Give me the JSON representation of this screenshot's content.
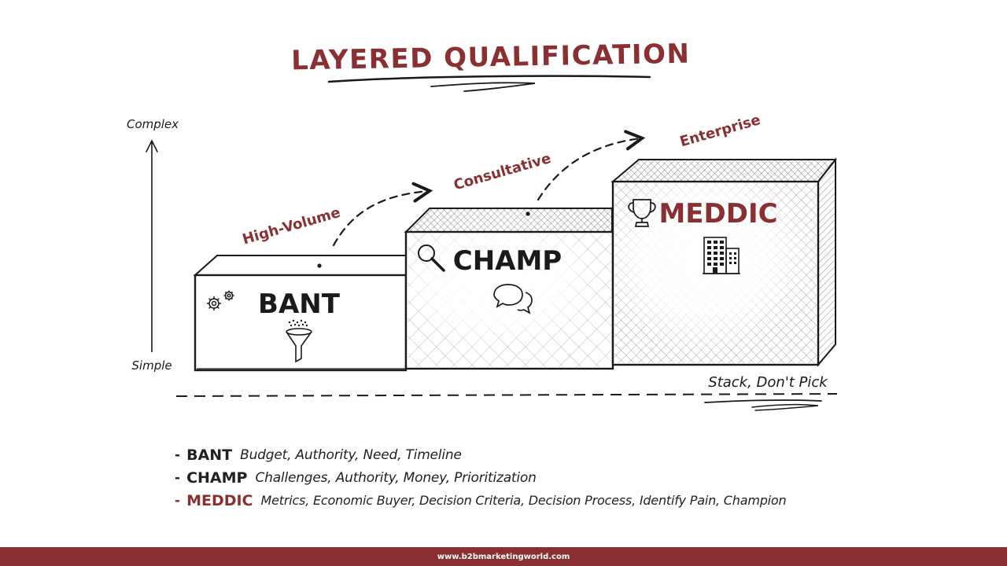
{
  "title": "LAYERED QUALIFICATION",
  "axis": {
    "top_label": "Complex",
    "bottom_label": "Simple"
  },
  "steps": [
    {
      "name": "BANT",
      "tier": "High-Volume",
      "icon_left": "gears-icon",
      "icon_center": "funnel-icon"
    },
    {
      "name": "CHAMP",
      "tier": "Consultative",
      "icon_left": "magnifier-icon",
      "icon_center": "chat-bubbles-icon"
    },
    {
      "name": "MEDDIC",
      "tier": "Enterprise",
      "icon_left": "trophy-icon",
      "icon_center": "building-icon"
    }
  ],
  "baseline_note": "Stack, Don't Pick",
  "legend": [
    {
      "term": "BANT",
      "description": "Budget, Authority, Need, Timeline"
    },
    {
      "term": "CHAMP",
      "description": "Challenges, Authority, Money, Prioritization"
    },
    {
      "term": "MEDDIC",
      "description": "Metrics, Economic Buyer, Decision Criteria, Decision Process, Identify Pain, Champion"
    }
  ],
  "footer": "www.b2bmarketingworld.com",
  "colors": {
    "accent": "#8a3033",
    "ink": "#1a1a1a"
  }
}
